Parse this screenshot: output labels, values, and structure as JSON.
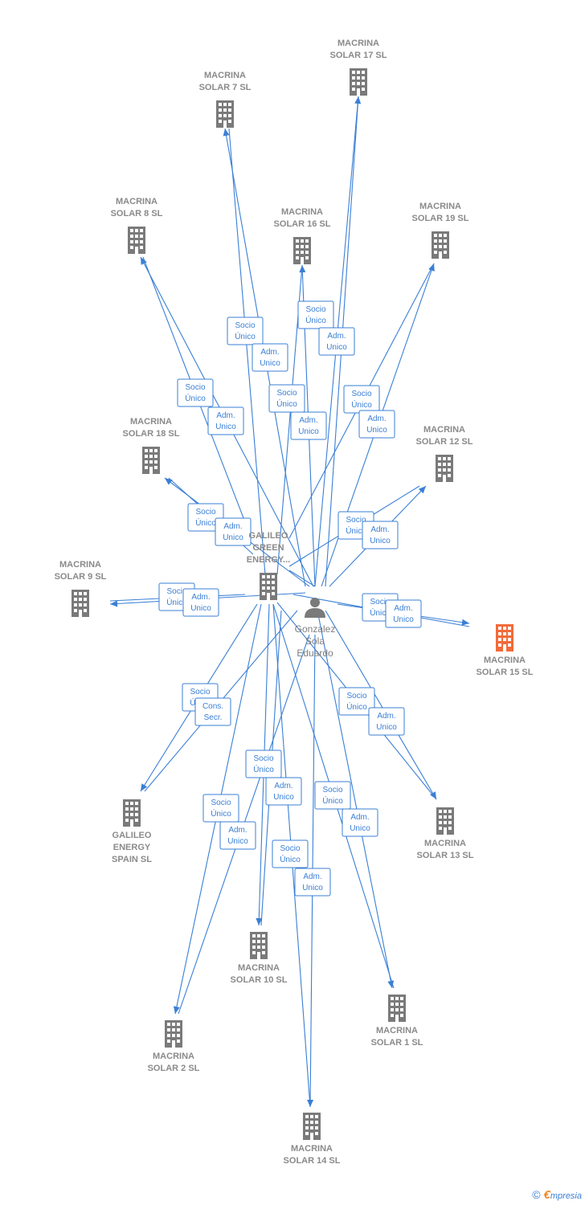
{
  "nodes": [
    {
      "id": "ms17",
      "lines": [
        "MACRINA",
        "SOLAR 17  SL"
      ],
      "type": "company"
    },
    {
      "id": "ms7",
      "lines": [
        "MACRINA",
        "SOLAR 7  SL"
      ],
      "type": "company"
    },
    {
      "id": "ms8",
      "lines": [
        "MACRINA",
        "SOLAR 8  SL"
      ],
      "type": "company"
    },
    {
      "id": "ms16",
      "lines": [
        "MACRINA",
        "SOLAR 16  SL"
      ],
      "type": "company"
    },
    {
      "id": "ms19",
      "lines": [
        "MACRINA",
        "SOLAR 19  SL"
      ],
      "type": "company"
    },
    {
      "id": "ms18",
      "lines": [
        "MACRINA",
        "SOLAR 18  SL"
      ],
      "type": "company"
    },
    {
      "id": "ms12",
      "lines": [
        "MACRINA",
        "SOLAR 12  SL"
      ],
      "type": "company"
    },
    {
      "id": "ggreen",
      "lines": [
        "GALILEO",
        "GREEN",
        "ENERGY..."
      ],
      "type": "company"
    },
    {
      "id": "ms9",
      "lines": [
        "MACRINA",
        "SOLAR 9  SL"
      ],
      "type": "company"
    },
    {
      "id": "person",
      "lines": [
        "Gonzalez",
        "Sola",
        "Eduardo"
      ],
      "type": "person"
    },
    {
      "id": "ms15",
      "lines": [
        "MACRINA",
        "SOLAR 15  SL"
      ],
      "type": "company-highlight"
    },
    {
      "id": "gspain",
      "lines": [
        "GALILEO",
        "ENERGY",
        "SPAIN  SL"
      ],
      "type": "company"
    },
    {
      "id": "ms13",
      "lines": [
        "MACRINA",
        "SOLAR 13  SL"
      ],
      "type": "company"
    },
    {
      "id": "ms10",
      "lines": [
        "MACRINA",
        "SOLAR 10  SL"
      ],
      "type": "company"
    },
    {
      "id": "ms1",
      "lines": [
        "MACRINA",
        "SOLAR 1  SL"
      ],
      "type": "company"
    },
    {
      "id": "ms2",
      "lines": [
        "MACRINA",
        "SOLAR 2  SL"
      ],
      "type": "company"
    },
    {
      "id": "ms14",
      "lines": [
        "MACRINA",
        "SOLAR 14  SL"
      ],
      "type": "company"
    }
  ],
  "edge_labels": [
    {
      "lines": [
        "Socio",
        "Único"
      ]
    },
    {
      "lines": [
        "Adm.",
        "Unico"
      ]
    },
    {
      "lines": [
        "Cons.",
        "Secr."
      ]
    }
  ],
  "colors": {
    "edge": "#3a7fd5",
    "node": "#7a7a7a",
    "highlight": "#f26b3a"
  },
  "footer": {
    "copyright": "©",
    "brand_first": "€",
    "brand_rest": "mpresia"
  }
}
